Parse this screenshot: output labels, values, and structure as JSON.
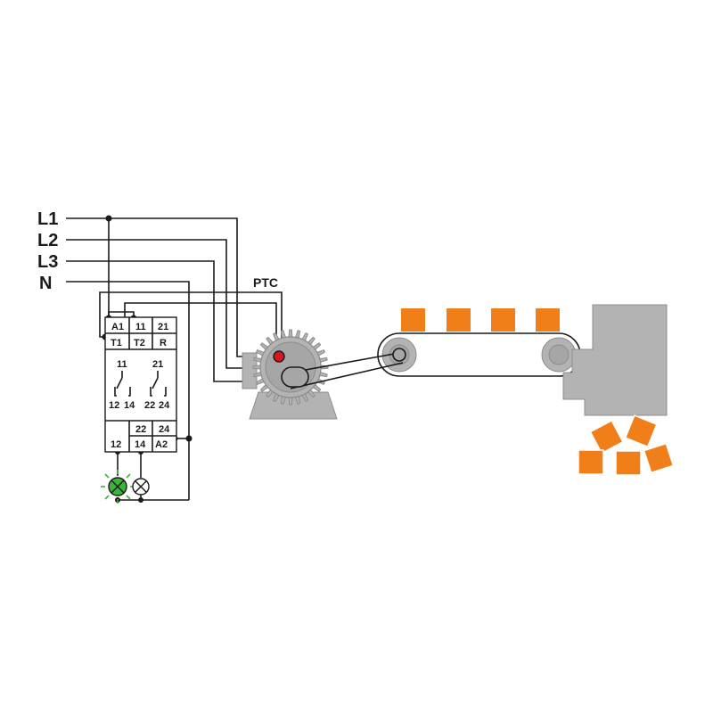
{
  "colors": {
    "wire": "#1a1a1a",
    "cargo": "#f07f1a",
    "machine_gray": "#b3b3b3",
    "machine_dark": "#8c8c8c",
    "lamp_green": "#3cb43c",
    "ptc_red": "#d9141e"
  },
  "bus_lines": {
    "l1": "L1",
    "l2": "L2",
    "l3": "L3",
    "n": "N"
  },
  "relay": {
    "top_terminals": {
      "a1": "A1",
      "t1": "T1",
      "t2": "T2",
      "c11": "11",
      "c21": "21",
      "r": "R"
    },
    "contacts": {
      "c11": "11",
      "c21": "21",
      "c12": "12",
      "c14": "14",
      "c22": "22",
      "c24": "24"
    },
    "bottom_terminals": {
      "b22": "22",
      "b24": "24",
      "b12": "12",
      "b14": "14",
      "a2": "A2"
    }
  },
  "sensor": {
    "label": "PTC"
  },
  "icons": {
    "green_lamp": "signal-lamp-on-icon",
    "white_lamp": "signal-lamp-off-icon",
    "motor": "motor-gear-icon",
    "ptc_sensor": "ptc-sensor-icon"
  }
}
